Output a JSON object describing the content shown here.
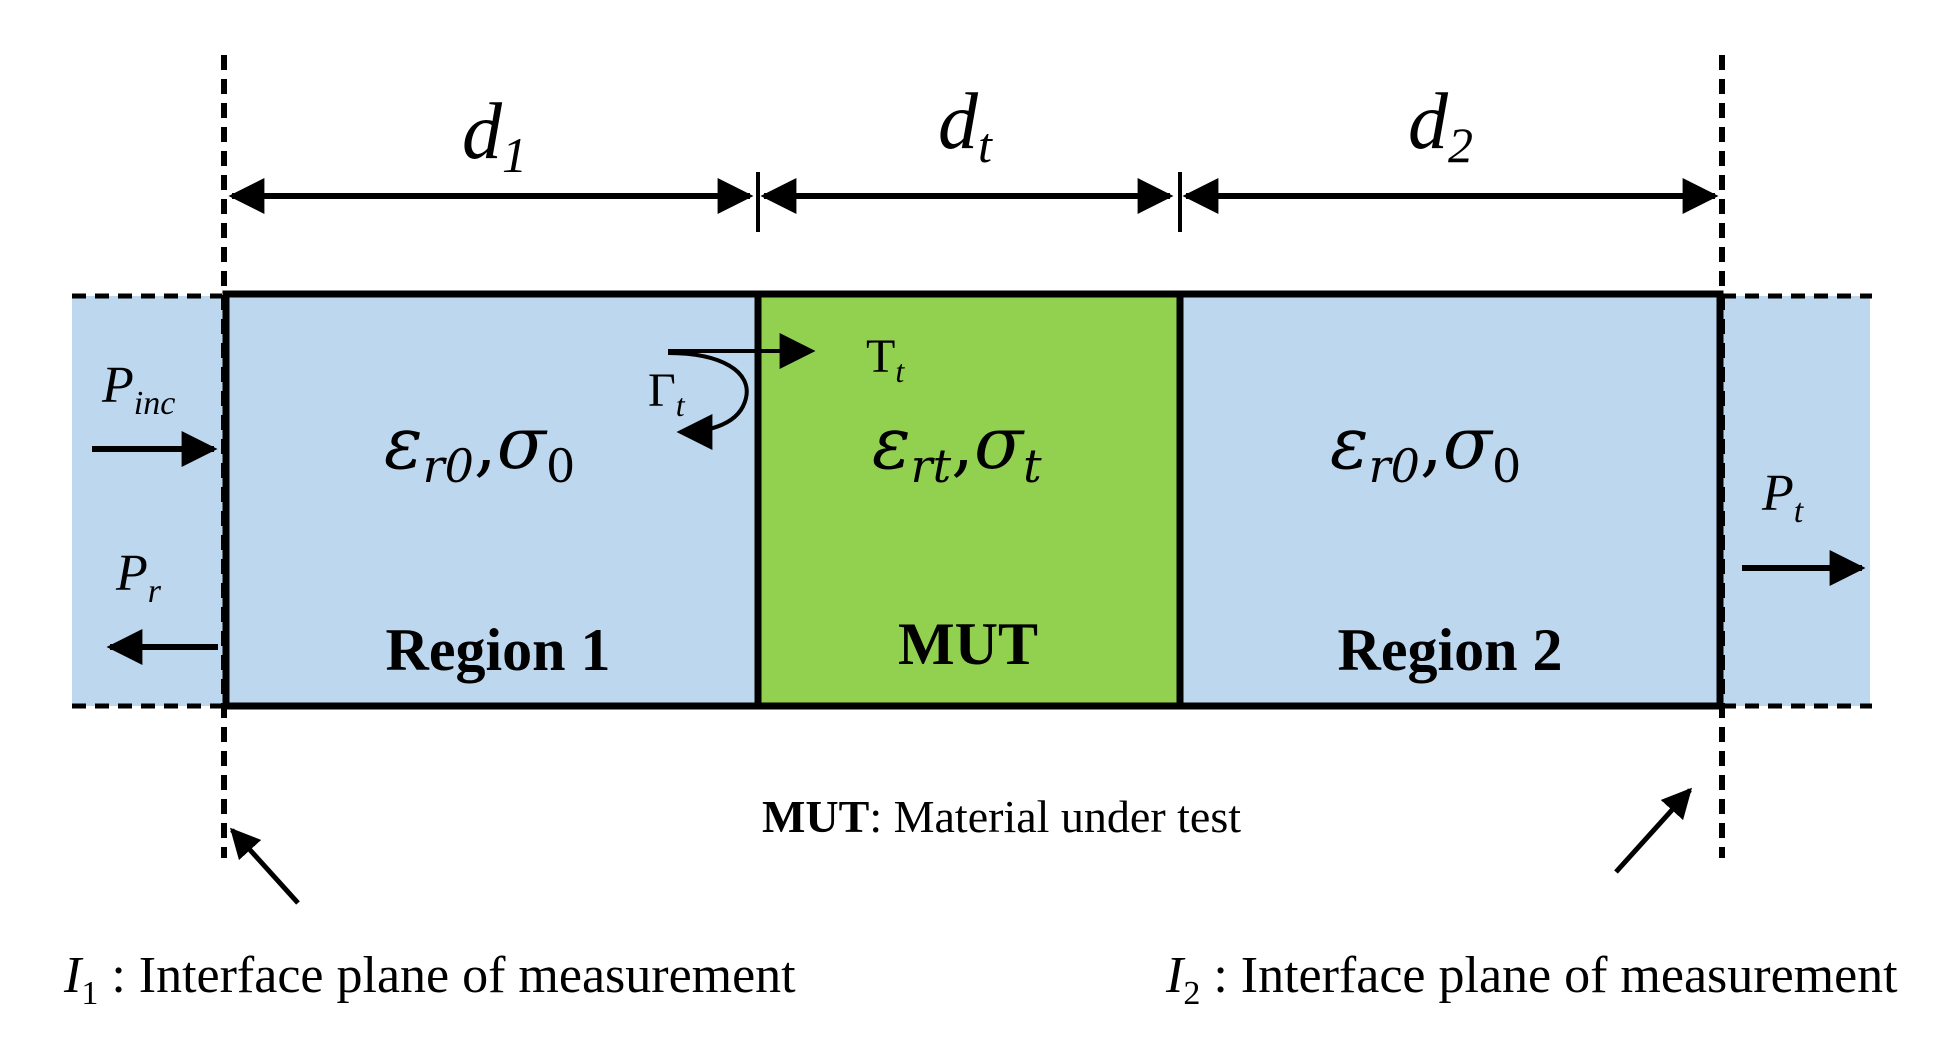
{
  "colors": {
    "region_fill": "#bdd7ee",
    "mut_fill": "#92d050",
    "line": "#000000"
  },
  "dimensions": {
    "d1": {
      "base": "d",
      "sub": "1"
    },
    "dt": {
      "base": "d",
      "sub": "t"
    },
    "d2": {
      "base": "d",
      "sub": "2"
    }
  },
  "regions": {
    "region1": {
      "label": "Region 1",
      "eps": "ε",
      "eps_sub": "r0",
      "comma": ",",
      "sigma": "σ",
      "sigma_sub": "0"
    },
    "mut": {
      "label": "MUT",
      "eps": "ε",
      "eps_sub": "rt",
      "comma": ",",
      "sigma": "σ",
      "sigma_sub": "t"
    },
    "region2": {
      "label": "Region 2",
      "eps": "ε",
      "eps_sub": "r0",
      "comma": ",",
      "sigma": "σ",
      "sigma_sub": "0"
    }
  },
  "coefficients": {
    "gamma": {
      "base": "Γ",
      "sub": "t"
    },
    "tau": {
      "base": "T",
      "sub": "t"
    }
  },
  "powers": {
    "p_inc": {
      "base": "P",
      "sub": "inc"
    },
    "p_r": {
      "base": "P",
      "sub": "r"
    },
    "p_t": {
      "base": "P",
      "sub": "t"
    }
  },
  "legend": {
    "mut_abbrev": "MUT",
    "mut_text": ": Material under test"
  },
  "planes": {
    "i1": {
      "base": "I",
      "sub": "1",
      "text": " :  Interface plane of measurement"
    },
    "i2": {
      "base": "I",
      "sub": "2",
      "text": " :  Interface plane of measurement"
    }
  }
}
